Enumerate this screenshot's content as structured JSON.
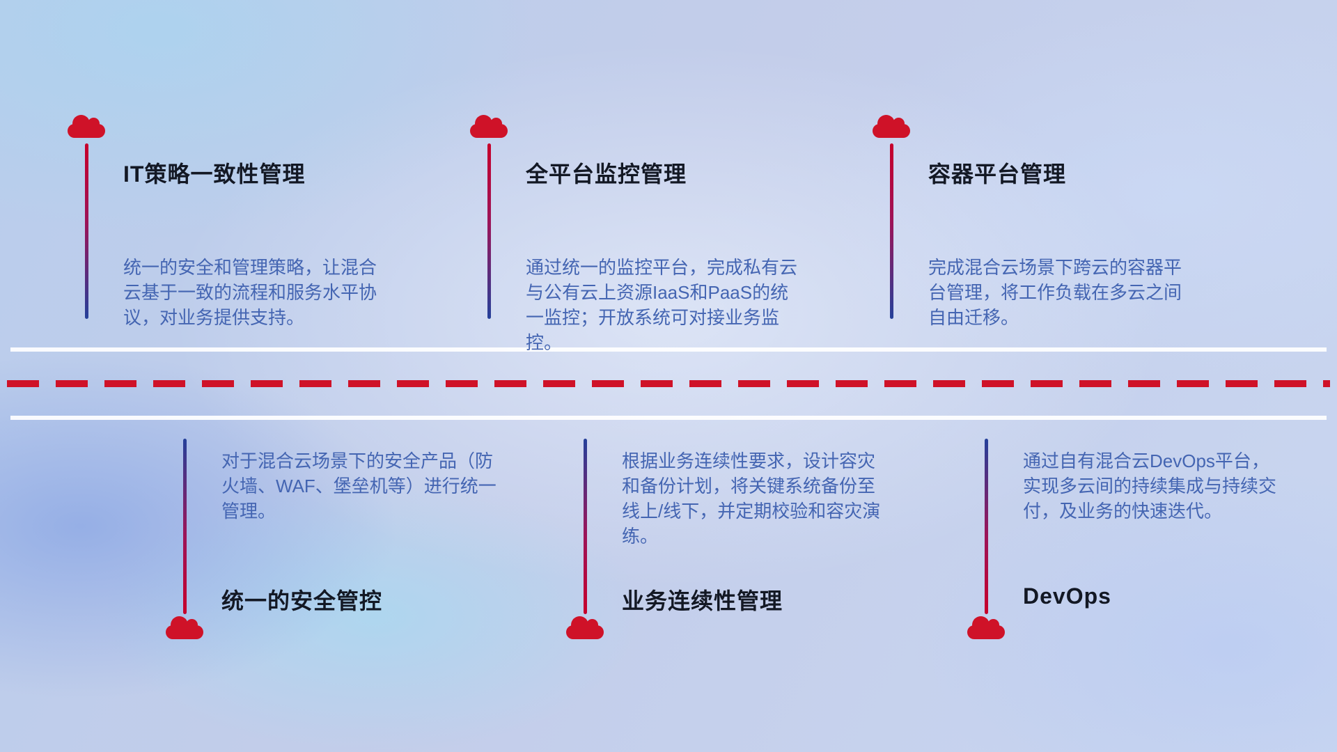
{
  "colors": {
    "accent_red": "#cf1228",
    "connector_blue": "#24409a",
    "title_text": "#131824",
    "description_text": "#4465b2",
    "divider_white": "#ffffff"
  },
  "features_top": [
    {
      "icon": "cloud-icon",
      "title": "IT策略一致性管理",
      "description": "统一的安全和管理策略，让混合云基于一致的流程和服务水平协议，对业务提供支持。"
    },
    {
      "icon": "cloud-icon",
      "title": "全平台监控管理",
      "description": "通过统一的监控平台，完成私有云与公有云上资源IaaS和PaaS的统一监控；开放系统可对接业务监控。"
    },
    {
      "icon": "cloud-icon",
      "title": "容器平台管理",
      "description": "完成混合云场景下跨云的容器平台管理，将工作负载在多云之间自由迁移。"
    }
  ],
  "features_bottom": [
    {
      "icon": "cloud-icon",
      "title": "统一的安全管控",
      "description": "对于混合云场景下的安全产品（防火墙、WAF、堡垒机等）进行统一管理。"
    },
    {
      "icon": "cloud-icon",
      "title": "业务连续性管理",
      "description": "根据业务连续性要求，设计容灾和备份计划，将关键系统备份至线上/线下，并定期校验和容灾演练。"
    },
    {
      "icon": "cloud-icon",
      "title": "DevOps",
      "description": "通过自有混合云DevOps平台，实现多云间的持续集成与持续交付，及业务的快速迭代。"
    }
  ]
}
